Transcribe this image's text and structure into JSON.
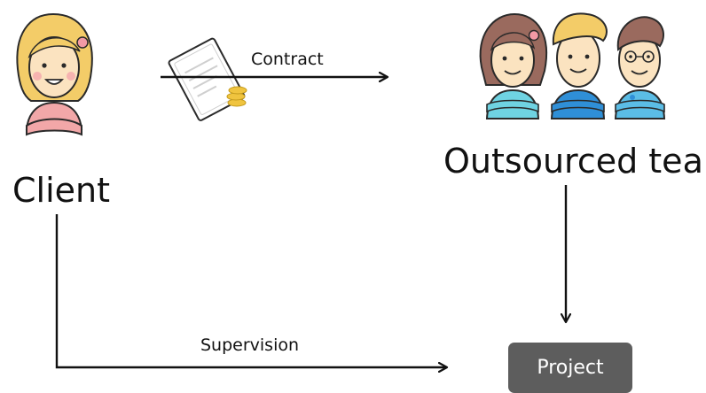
{
  "client": {
    "label": "Client"
  },
  "team": {
    "label": "Outsourced team"
  },
  "contract": {
    "label": "Contract"
  },
  "supervision": {
    "label": "Supervision"
  },
  "project": {
    "label": "Project"
  },
  "colors": {
    "hair": "#f3cc68",
    "skin": "#fbe3c0",
    "pink_shirt": "#f2a7a8",
    "teal_shirt": "#6fd3e2",
    "blue_shirt": "#2f8fd7",
    "light_blue_shirt": "#5bbde6",
    "brown_hair": "#9a6a5e",
    "project_box": "#5d5d5d",
    "coin": "#f0c43f"
  }
}
